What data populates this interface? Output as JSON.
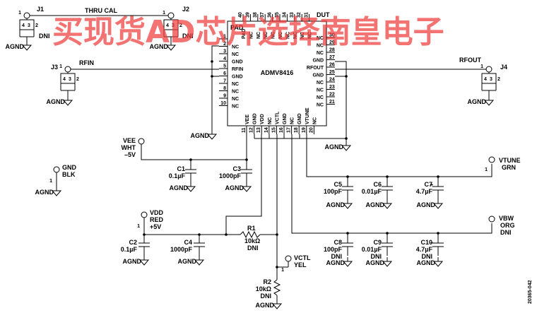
{
  "watermark": "买现货AD芯片选择南皇电子",
  "chip": {
    "name": "ADMV8416",
    "tag": "DUT",
    "pad": "PAD",
    "left_pins": [
      {
        "num": "1",
        "label": ""
      },
      {
        "num": "2",
        "label": "NC"
      },
      {
        "num": "3",
        "label": "NC"
      },
      {
        "num": "4",
        "label": "GND"
      },
      {
        "num": "5",
        "label": "RFIN"
      },
      {
        "num": "6",
        "label": "GND"
      },
      {
        "num": "7",
        "label": "NC"
      },
      {
        "num": "8",
        "label": "NC"
      },
      {
        "num": "9",
        "label": "NC"
      },
      {
        "num": "10",
        "label": "NC"
      }
    ],
    "right_pins": [
      {
        "num": "30",
        "label": "NC"
      },
      {
        "num": "29",
        "label": "NC"
      },
      {
        "num": "28",
        "label": "NC"
      },
      {
        "num": "27",
        "label": "GND"
      },
      {
        "num": "26",
        "label": "RFOUT"
      },
      {
        "num": "25",
        "label": "GND"
      },
      {
        "num": "24",
        "label": "NC"
      },
      {
        "num": "23",
        "label": "NC"
      },
      {
        "num": "22",
        "label": "NC"
      },
      {
        "num": "21",
        "label": "NC"
      }
    ],
    "top_pins": [
      {
        "num": "40",
        "label": "PAD"
      },
      {
        "num": "39",
        "label": "NC"
      },
      {
        "num": "38",
        "label": "NC"
      },
      {
        "num": "37",
        "label": "NC"
      },
      {
        "num": "36",
        "label": "NC"
      },
      {
        "num": "35",
        "label": "NC"
      },
      {
        "num": "34",
        "label": "NC"
      },
      {
        "num": "33",
        "label": "NC"
      },
      {
        "num": "32",
        "label": "NC"
      },
      {
        "num": "31",
        "label": "NC"
      }
    ],
    "bottom_pins": [
      {
        "num": "11",
        "label": "VEE"
      },
      {
        "num": "12",
        "label": "GND"
      },
      {
        "num": "13",
        "label": "VDD"
      },
      {
        "num": "14",
        "label": "NC"
      },
      {
        "num": "15",
        "label": "VCTL"
      },
      {
        "num": "16",
        "label": "GND"
      },
      {
        "num": "17",
        "label": "NC"
      },
      {
        "num": "18",
        "label": "GND"
      },
      {
        "num": "19",
        "label": "VTUNE"
      },
      {
        "num": "20",
        "label": "NC"
      }
    ]
  },
  "connectors": {
    "j1": {
      "ref": "J1",
      "note": "DNI",
      "pins": [
        "4",
        "3",
        "2",
        "1"
      ]
    },
    "j2": {
      "ref": "J2",
      "note": "DNI",
      "pins": [
        "4",
        "3",
        "2",
        "1"
      ]
    },
    "j3": {
      "ref": "J3",
      "net": "RFIN",
      "pins": [
        "4",
        "3",
        "2",
        "1"
      ]
    },
    "j4": {
      "ref": "J4",
      "net": "RFOUT",
      "pins": [
        "4",
        "3",
        "2",
        "1"
      ]
    },
    "thru_cal": "THRU CAL"
  },
  "ground": "AGND",
  "test_points": {
    "vee": {
      "lines": [
        "VEE",
        "WHT",
        "–5V"
      ]
    },
    "gnd": {
      "pin": "1",
      "lines": [
        "GND",
        "BLK"
      ]
    },
    "vdd": {
      "pin": "1",
      "lines": [
        "VDD",
        "RED",
        "+5V"
      ]
    },
    "vctl": {
      "pin": "1",
      "lines": [
        "VCTL",
        "YEL"
      ]
    },
    "vtune": {
      "pin": "1",
      "lines": [
        "VTUNE",
        "GRN"
      ]
    },
    "vbw": {
      "pin": "1",
      "lines": [
        "VBW",
        "ORG",
        "DNI"
      ]
    }
  },
  "caps": {
    "c1": {
      "ref": "C1",
      "val": "0.1µF"
    },
    "c2": {
      "ref": "C2",
      "val": "0.1µF"
    },
    "c3": {
      "ref": "C3",
      "val": "1000pF"
    },
    "c4": {
      "ref": "C4",
      "val": "1000pF"
    },
    "c5": {
      "ref": "C5",
      "val": "100pF"
    },
    "c6": {
      "ref": "C6",
      "val": "0.01µF"
    },
    "c7": {
      "ref": "C7",
      "val": "4.7µF"
    },
    "c8": {
      "ref": "C8",
      "val": "100pF",
      "note": "DNI"
    },
    "c9": {
      "ref": "C9",
      "val": "0.01µF",
      "note": "DNI"
    },
    "c10": {
      "ref": "C10",
      "val": "4.7µF",
      "note": "DNI"
    }
  },
  "resistors": {
    "r1": {
      "ref": "R1",
      "val": "10kΩ",
      "note": "DNI"
    },
    "r2": {
      "ref": "R2",
      "val": "10kΩ",
      "note": "DNI"
    }
  },
  "figure_id": "20365-042"
}
